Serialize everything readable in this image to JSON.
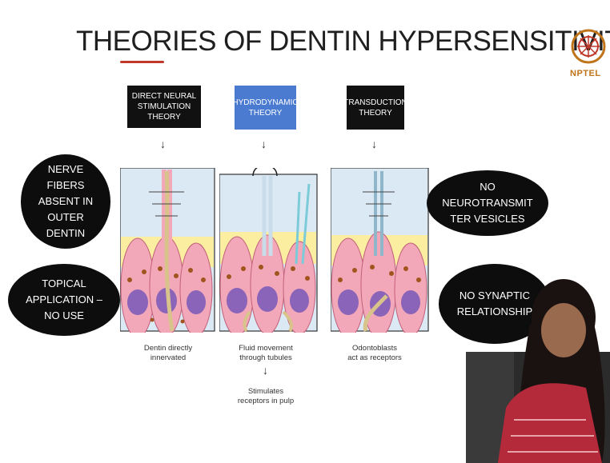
{
  "slide": {
    "title": "THEORIES OF DENTIN HYPERSENSITIVITY",
    "logo_text": "NPTEL",
    "theories": [
      {
        "label_line1": "DIRECT NEURAL",
        "label_line2": "STIMULATION THEORY",
        "caption_line1": "Dentin directly",
        "caption_line2": "innervated"
      },
      {
        "label_line1": "HYDRODYNAMIC",
        "label_line2": "THEORY",
        "caption_line1": "Fluid movement",
        "caption_line2": "through tubules"
      },
      {
        "label_line1": "TRANSDUCTION",
        "label_line2": "THEORY",
        "caption_line1": "Odontoblasts",
        "caption_line2": "act as receptors"
      }
    ],
    "sub_caption_line1": "Stimulates",
    "sub_caption_line2": "receptors in pulp",
    "notes": {
      "nerve": [
        "NERVE",
        "FIBERS",
        "ABSENT IN",
        "OUTER",
        "DENTIN"
      ],
      "topical": [
        "TOPICAL",
        "APPLICATION –",
        "NO USE"
      ],
      "neuro": [
        "NO",
        "NEUROTRANSMIT",
        "TER VESICLES"
      ],
      "synaptic": [
        "NO SYNAPTIC",
        "RELATIONSHIP"
      ]
    },
    "colors": {
      "highlight_box": "#4a7bd1",
      "ellipse": "#0d0d0d",
      "dentin": "#fbeea0",
      "pulp": "#dbe9f5",
      "cell": "#f2a8b8"
    }
  }
}
